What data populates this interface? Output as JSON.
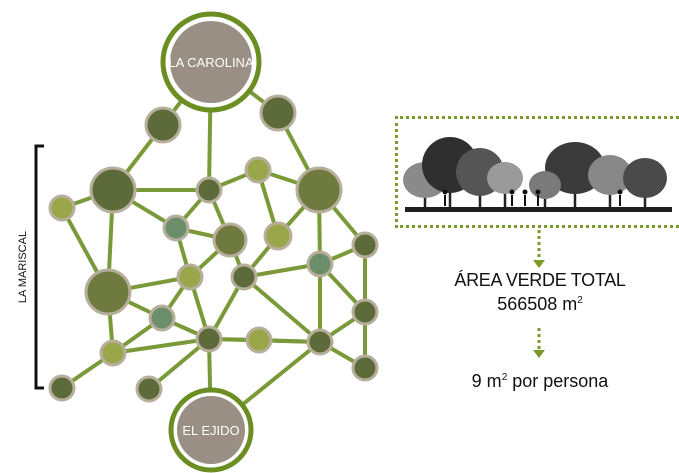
{
  "hubs": {
    "top": "LA CAROLINA",
    "bottom": "EL EJIDO"
  },
  "side_label": "LA MARISCAL",
  "stats": {
    "title": "ÁREA VERDE TOTAL",
    "value": "566508 m",
    "value_sup": "2",
    "per_prefix": "9 m",
    "per_sup": "2",
    "per_suffix": " por persona"
  },
  "colors": {
    "edge": "#7a9a3a",
    "hub_fill": "#9a8f85",
    "hub_ring": "#6b8e23",
    "accent": "#7a9a2a",
    "node_dark": "#5d6b3a",
    "node_olive": "#6e7a3e",
    "node_light": "#9aa64a",
    "node_teal": "#6d8e6a"
  }
}
